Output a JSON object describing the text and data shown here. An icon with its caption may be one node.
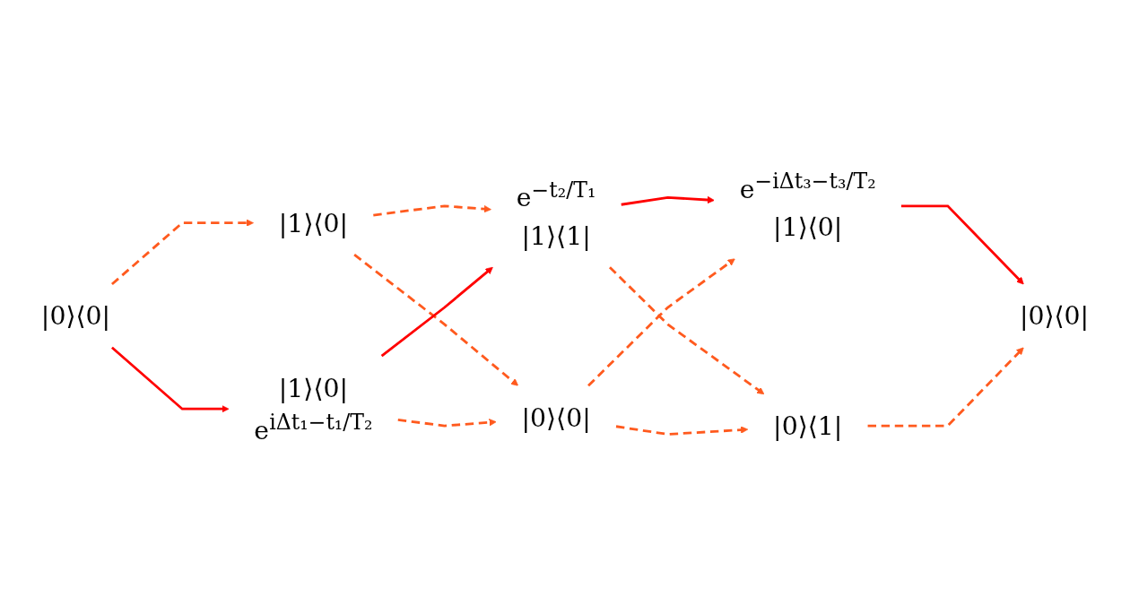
{
  "diagram": {
    "nodes": [
      {
        "text": [
          "|0⟩⟨0|"
        ]
      },
      {
        "text": [
          "|1⟩⟨0|"
        ]
      },
      {
        "text": [
          "|1⟩⟨0|"
        ],
        "beside": [
          "e$^{iΔt₁−t₁/T₂}$"
        ]
      },
      {
        "text": [
          "|1⟩⟨1|"
        ],
        "beside": [
          "e$^{−t₂/T₁}$"
        ]
      },
      {
        "text": [
          "|0⟩⟨0|"
        ]
      },
      {
        "text": [
          "|1⟩⟨0|"
        ],
        "beside": [
          "e$^{−iΔt₃−t₃/T₂}$"
        ]
      },
      {
        "text": [
          "|0⟩⟨1|"
        ]
      },
      {
        "text": [
          "|0⟩⟨0|"
        ]
      }
    ],
    "edges": [
      {
        "from": 0,
        "to": 1,
        "arrow": "to",
        "style": "dashed"
      },
      {
        "from": 0,
        "to": 2,
        "arrow": "to",
        "color": "#ff0000"
      },
      {
        "from": 1,
        "to": 3,
        "arrow": "to",
        "style": "dashed"
      },
      {
        "from": 1,
        "to": 4,
        "arrow": "to",
        "style": "dashed"
      },
      {
        "from": 2,
        "to": 3,
        "arrow": "to",
        "color": "#ff0000"
      },
      {
        "from": 2,
        "to": 4,
        "arrow": "to",
        "style": "dashed"
      },
      {
        "from": 3,
        "to": 5,
        "arrow": "to",
        "color": "#ff0000"
      },
      {
        "from": 3,
        "to": 6,
        "arrow": "to",
        "style": "dashed"
      },
      {
        "from": 4,
        "to": 5,
        "arrow": "to",
        "style": "dashed"
      },
      {
        "from": 4,
        "to": 6,
        "arrow": "to",
        "style": "dashed"
      },
      {
        "from": 5,
        "to": 7,
        "arrow": "to",
        "color": "#ff0000"
      },
      {
        "from": 6,
        "to": 7,
        "arrow": "to",
        "style": "dashed"
      }
    ]
  }
}
